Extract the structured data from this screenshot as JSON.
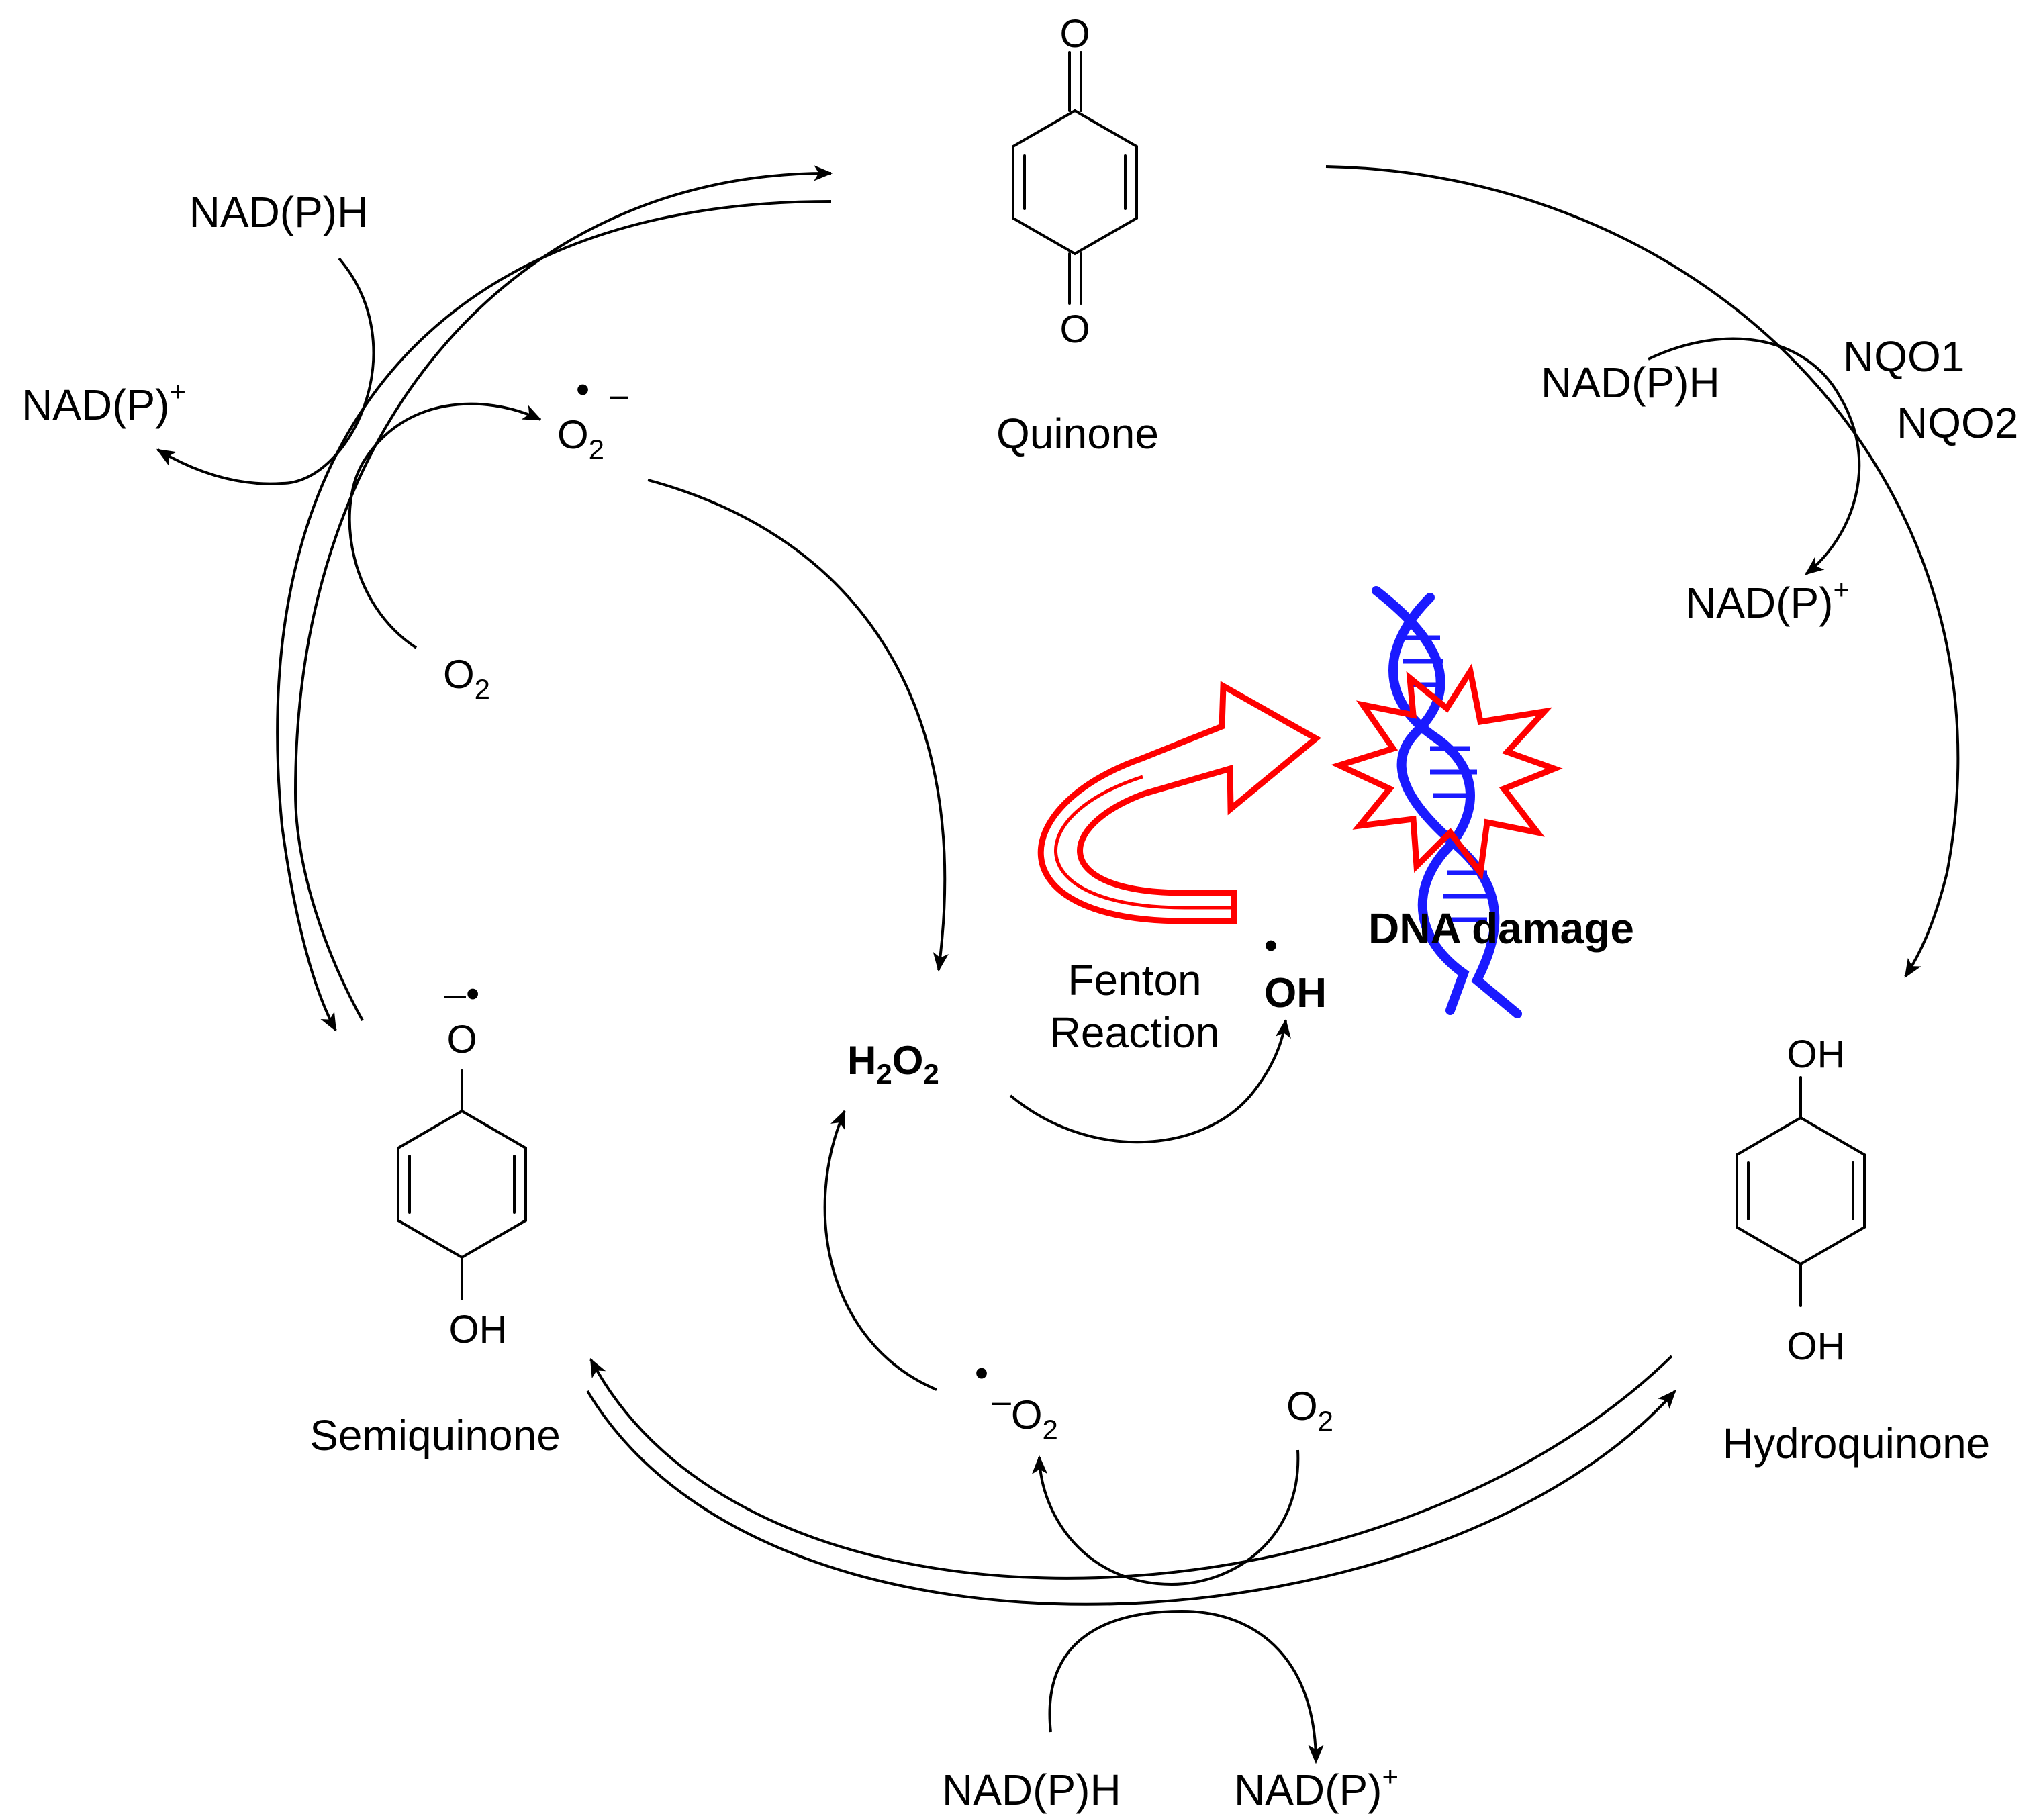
{
  "molecules": {
    "quinone": {
      "name": "Quinone",
      "atom_top": "O",
      "atom_bottom": "O"
    },
    "semiquinone": {
      "name": "Semiquinone",
      "atom_top": "O",
      "atom_bottom": "OH"
    },
    "hydroquinone": {
      "name": "Hydroquinone",
      "atom_top": "OH",
      "atom_bottom": "OH"
    }
  },
  "left_cycle": {
    "cofactor_in": "NAD(P)H",
    "cofactor_out": "NAD(P)",
    "cofactor_out_charge": "+",
    "oxygen": "O",
    "oxygen_sub": "2",
    "superoxide": "O",
    "superoxide_sub": "2",
    "superoxide_charge": "–"
  },
  "right_cycle": {
    "cofactor_in": "NAD(P)H",
    "cofactor_out": "NAD(P)",
    "cofactor_out_charge": "+",
    "enzyme_1": "NQO1",
    "enzyme_2": "NQO2"
  },
  "bottom_cycle": {
    "superoxide": "O",
    "superoxide_prefix": "–",
    "superoxide_sub": "2",
    "oxygen": "O",
    "oxygen_sub": "2",
    "cofactor_in": "NAD(P)H",
    "cofactor_out": "NAD(P)",
    "cofactor_out_charge": "+"
  },
  "center": {
    "h2o2": {
      "h": "H",
      "h_sub": "2",
      "o": "O",
      "o_sub": "2"
    },
    "fenton_line1": "Fenton",
    "fenton_line2": "Reaction",
    "hydroxyl": "OH",
    "dna_damage": "DNA damage"
  },
  "colors": {
    "accent": "#ff0000",
    "dna": "#1a1aff",
    "ink": "#000000"
  }
}
